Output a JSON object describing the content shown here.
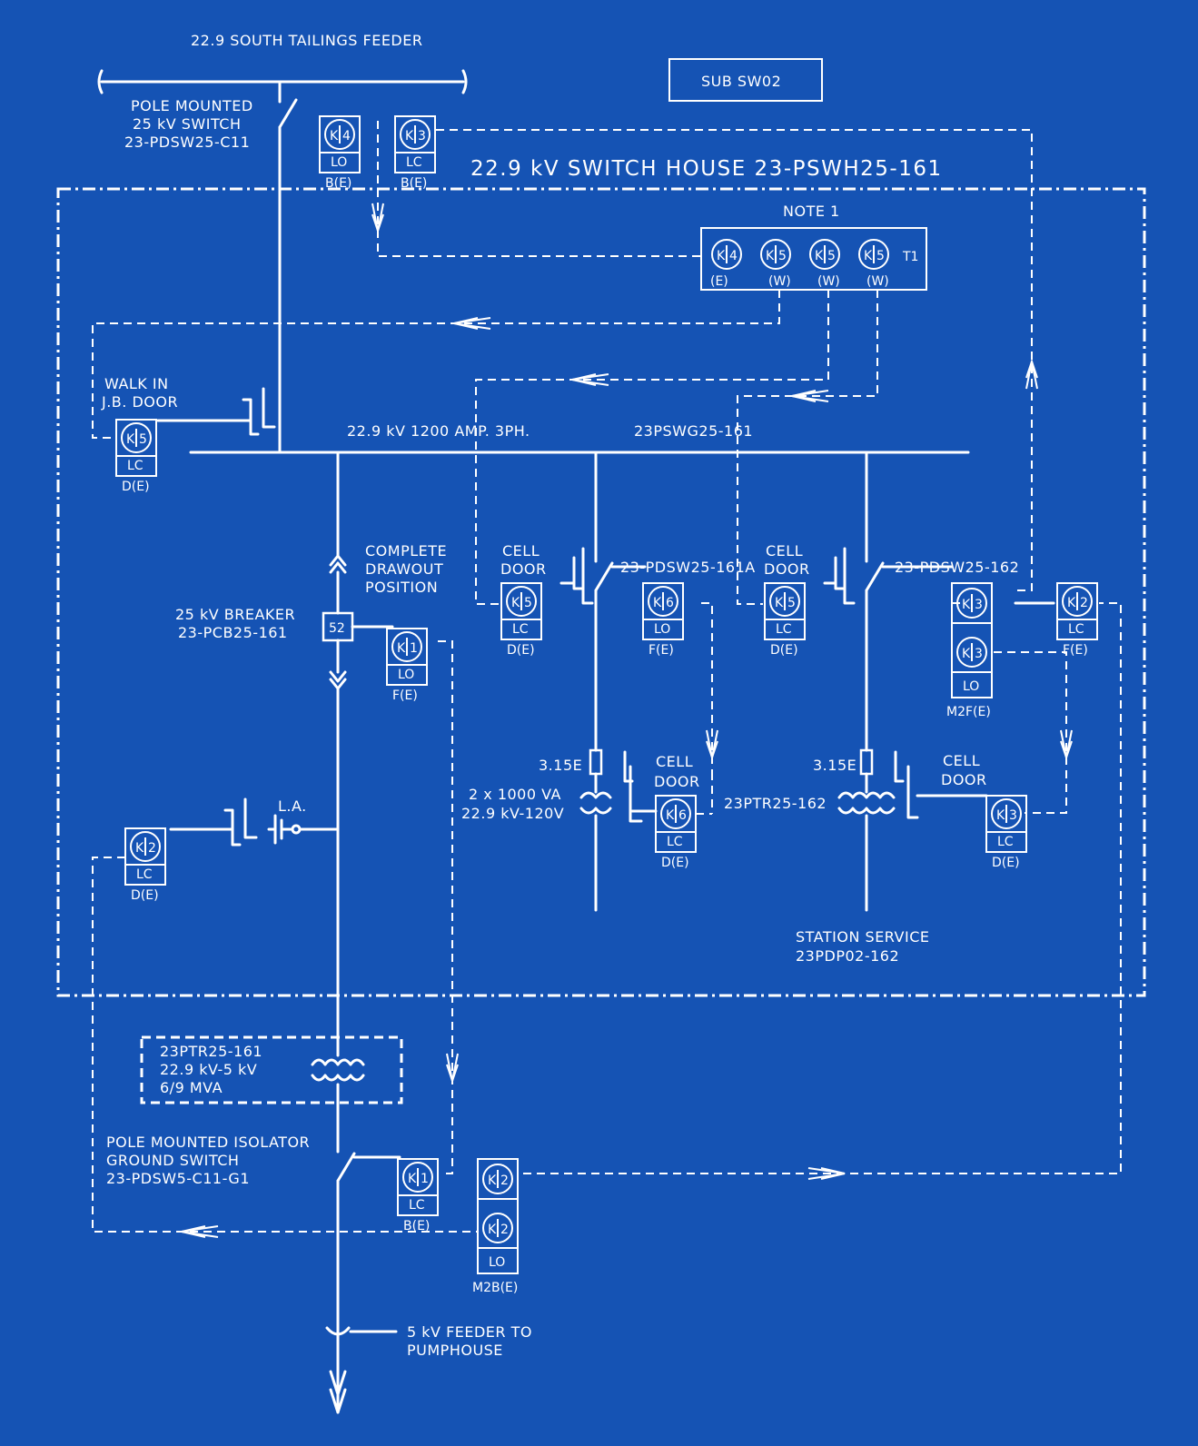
{
  "colors": {
    "background": "#1553b4",
    "line": "#ffffff"
  },
  "labels": {
    "feeder_title": "22.9 SOUTH TAILINGS FEEDER",
    "sub_name": "SUB SW02",
    "pole_switch_1": "POLE MOUNTED",
    "pole_switch_2": "25 kV SWITCH",
    "pole_switch_3": "23-PDSW25-C11",
    "switch_house": "22.9 kV SWITCH HOUSE 23-PSWH25-161",
    "note": "NOTE 1",
    "walk_in_1": "WALK IN",
    "walk_in_2": "J.B. DOOR",
    "bus_rating": "22.9 kV 1200 AMP. 3PH.",
    "bus_id": "23PSWG25-161",
    "drawout_1": "COMPLETE",
    "drawout_2": "DRAWOUT",
    "drawout_3": "POSITION",
    "breaker_1": "25 kV BREAKER",
    "breaker_2": "23-PCB25-161",
    "breaker_num": "52",
    "cell_door_a_1": "CELL",
    "cell_door_a_2": "DOOR",
    "switch_161a": "23-PDSW25-161A",
    "cell_door_b_1": "CELL",
    "cell_door_b_2": "DOOR",
    "switch_162": "23-PDSW25-162",
    "fuse_a": "3.15E",
    "fuse_b": "3.15E",
    "pt_a_1": "2 x 1000 VA",
    "pt_a_2": "22.9 kV-120V",
    "pt_cell_a_1": "CELL",
    "pt_cell_a_2": "DOOR",
    "ptr_162": "23PTR25-162",
    "pt_cell_b_1": "CELL",
    "pt_cell_b_2": "DOOR",
    "la": "L.A.",
    "station_service_1": "STATION SERVICE",
    "station_service_2": "23PDP02-162",
    "transformer_1": "23PTR25-161",
    "transformer_2": "22.9 kV-5 kV",
    "transformer_3": "6/9 MVA",
    "isolator_1": "POLE MOUNTED ISOLATOR",
    "isolator_2": "GROUND SWITCH",
    "isolator_3": "23-PDSW5-C11-G1",
    "feeder_out_1": "5 kV FEEDER TO",
    "feeder_out_2": "PUMPHOUSE",
    "note_t1": "T1"
  },
  "locks": [
    {
      "name": "lock-k4-pole",
      "key": "K",
      "num": "4",
      "state": "LO",
      "code": "B(E)"
    },
    {
      "name": "lock-k3-pole",
      "key": "K",
      "num": "3",
      "state": "LC",
      "code": "B(E)"
    },
    {
      "name": "lock-k5-walkin",
      "key": "K",
      "num": "5",
      "state": "LC",
      "code": "D(E)"
    },
    {
      "name": "lock-k1-breaker",
      "key": "K",
      "num": "1",
      "state": "LO",
      "code": "F(E)"
    },
    {
      "name": "lock-k5-celldoor-a",
      "key": "K",
      "num": "5",
      "state": "LC",
      "code": "D(E)"
    },
    {
      "name": "lock-k6-161a",
      "key": "K",
      "num": "6",
      "state": "LO",
      "code": "F(E)"
    },
    {
      "name": "lock-k5-celldoor-b",
      "key": "K",
      "num": "5",
      "state": "LC",
      "code": "D(E)"
    },
    {
      "name": "lock-k2-162",
      "key": "K",
      "num": "2",
      "state": "LC",
      "code": "F(E)"
    },
    {
      "name": "lock-k6-ptcell-a",
      "key": "K",
      "num": "6",
      "state": "LC",
      "code": "D(E)"
    },
    {
      "name": "lock-k3-ptcell-b",
      "key": "K",
      "num": "3",
      "state": "LC",
      "code": "D(E)"
    },
    {
      "name": "lock-k2-la",
      "key": "K",
      "num": "2",
      "state": "LC",
      "code": "D(E)"
    },
    {
      "name": "lock-k1-isolator",
      "key": "K",
      "num": "1",
      "state": "LC",
      "code": "B(E)"
    }
  ],
  "double_locks": [
    {
      "name": "lock-m2f-162",
      "key": "K",
      "num_top": "3",
      "num_bottom": "3",
      "state": "LO",
      "code": "M2F(E)"
    },
    {
      "name": "lock-m2b-isolator",
      "key": "K",
      "num_top": "2",
      "num_bottom": "2",
      "state": "LO",
      "code": "M2B(E)"
    }
  ],
  "key_cabinet": [
    {
      "key": "K",
      "num": "4",
      "code": "(E)"
    },
    {
      "key": "K",
      "num": "5",
      "code": "(W)"
    },
    {
      "key": "K",
      "num": "5",
      "code": "(W)"
    },
    {
      "key": "K",
      "num": "5",
      "code": "(W)"
    }
  ]
}
